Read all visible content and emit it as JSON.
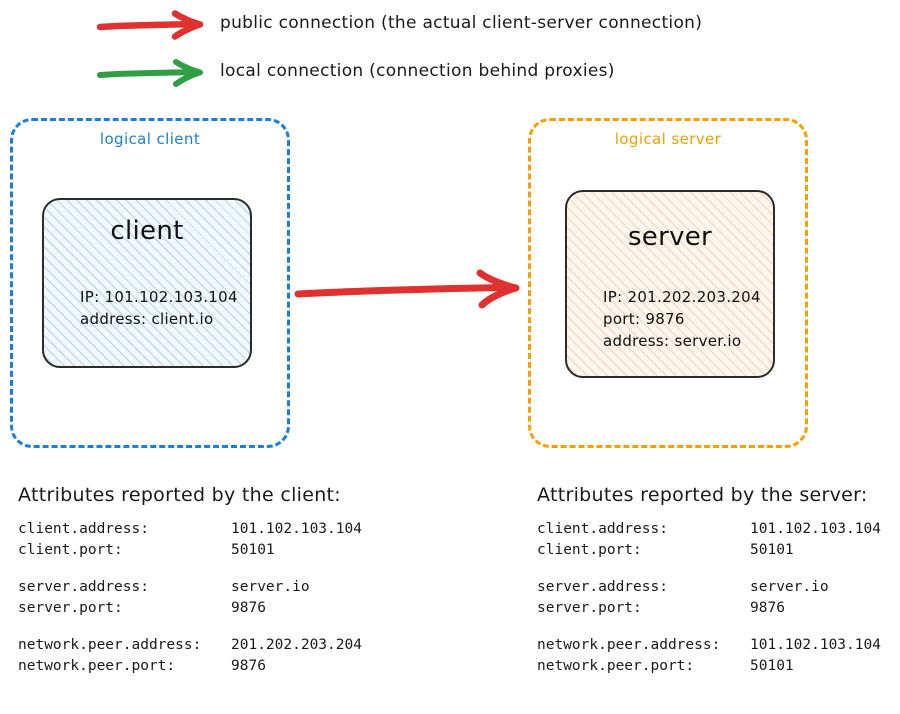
{
  "legend": {
    "items": [
      {
        "arrow_icon": "red-arrow-icon",
        "color": "#e03131",
        "label": "public connection (the actual client-server connection)"
      },
      {
        "arrow_icon": "green-arrow-icon",
        "color": "#2f9e44",
        "label": "local connection (connection behind proxies)"
      }
    ]
  },
  "diagram": {
    "client_container": {
      "label": "logical client",
      "color": "#1c7ed6"
    },
    "server_container": {
      "label": "logical server",
      "color": "#f59f00"
    },
    "client_node": {
      "title": "client",
      "lines": [
        "IP: 101.102.103.104",
        "address: client.io"
      ]
    },
    "server_node": {
      "title": "server",
      "lines": [
        "IP: 201.202.203.204",
        "port: 9876",
        "address: server.io"
      ]
    },
    "main_connection": {
      "icon": "red-arrow-icon",
      "color": "#e03131",
      "direction": "client-to-server"
    }
  },
  "attributes_client": {
    "heading": "Attributes reported by the client:",
    "groups": [
      [
        {
          "key": "client.address:",
          "value": "101.102.103.104"
        },
        {
          "key": "client.port:",
          "value": "50101"
        }
      ],
      [
        {
          "key": "server.address:",
          "value": "server.io"
        },
        {
          "key": "server.port:",
          "value": "9876"
        }
      ],
      [
        {
          "key": "network.peer.address:",
          "value": "201.202.203.204"
        },
        {
          "key": "network.peer.port:",
          "value": "9876"
        }
      ]
    ]
  },
  "attributes_server": {
    "heading": "Attributes reported by the server:",
    "groups": [
      [
        {
          "key": "client.address:",
          "value": "101.102.103.104"
        },
        {
          "key": "client.port:",
          "value": "50101"
        }
      ],
      [
        {
          "key": "server.address:",
          "value": "server.io"
        },
        {
          "key": "server.port:",
          "value": "9876"
        }
      ],
      [
        {
          "key": "network.peer.address:",
          "value": "101.102.103.104"
        },
        {
          "key": "network.peer.port:",
          "value": "50101"
        }
      ]
    ]
  }
}
